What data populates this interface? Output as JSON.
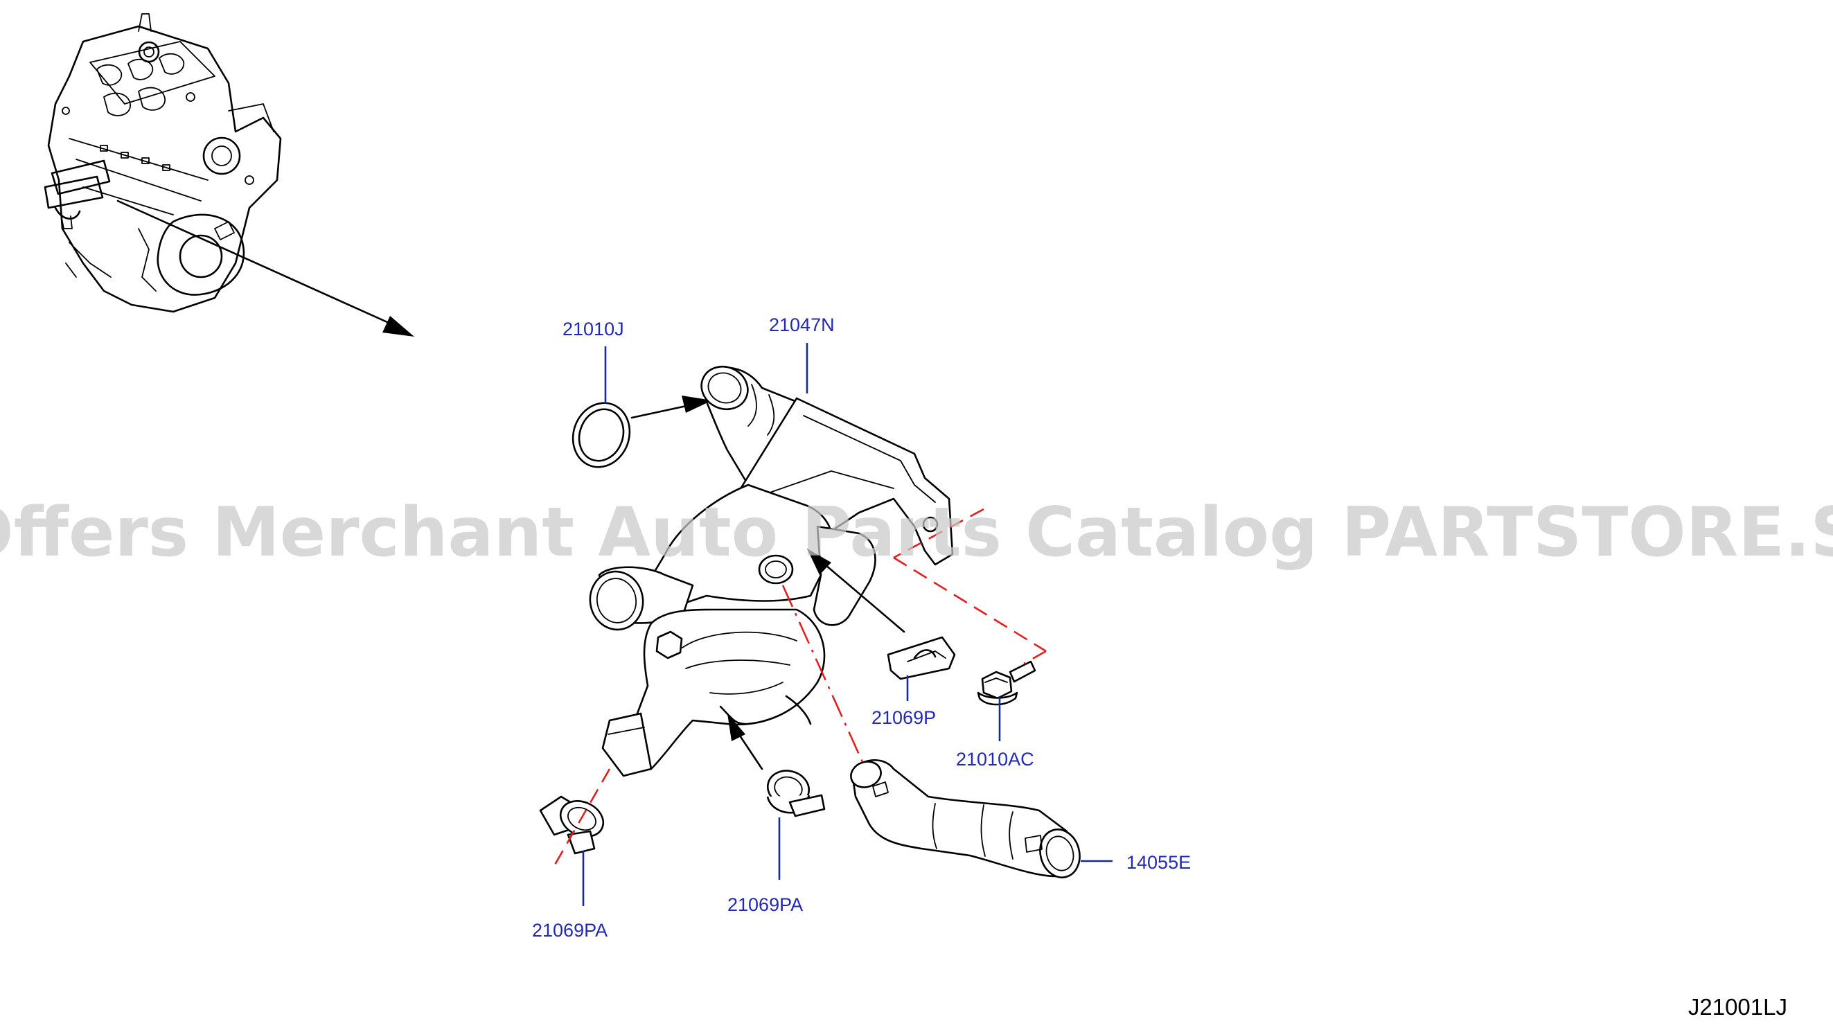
{
  "watermark": "Offers Merchant Auto Parts Catalog PARTSTORE.SA",
  "diagram_code": "J21001LJ",
  "callouts": [
    {
      "id": "o-ring",
      "label": "21010J"
    },
    {
      "id": "water-pipe",
      "label": "21047N"
    },
    {
      "id": "clamp-upper",
      "label": "21069P"
    },
    {
      "id": "bolt",
      "label": "21010AC"
    },
    {
      "id": "hose",
      "label": "14055E"
    },
    {
      "id": "clamp-middle",
      "label": "21069PA"
    },
    {
      "id": "clamp-left",
      "label": "21069PA"
    }
  ],
  "colors": {
    "callout_text": "#2229b8",
    "leader_line": "#1b2a8f",
    "center_line": "#e0201e",
    "watermark": "#c9c9c9"
  }
}
